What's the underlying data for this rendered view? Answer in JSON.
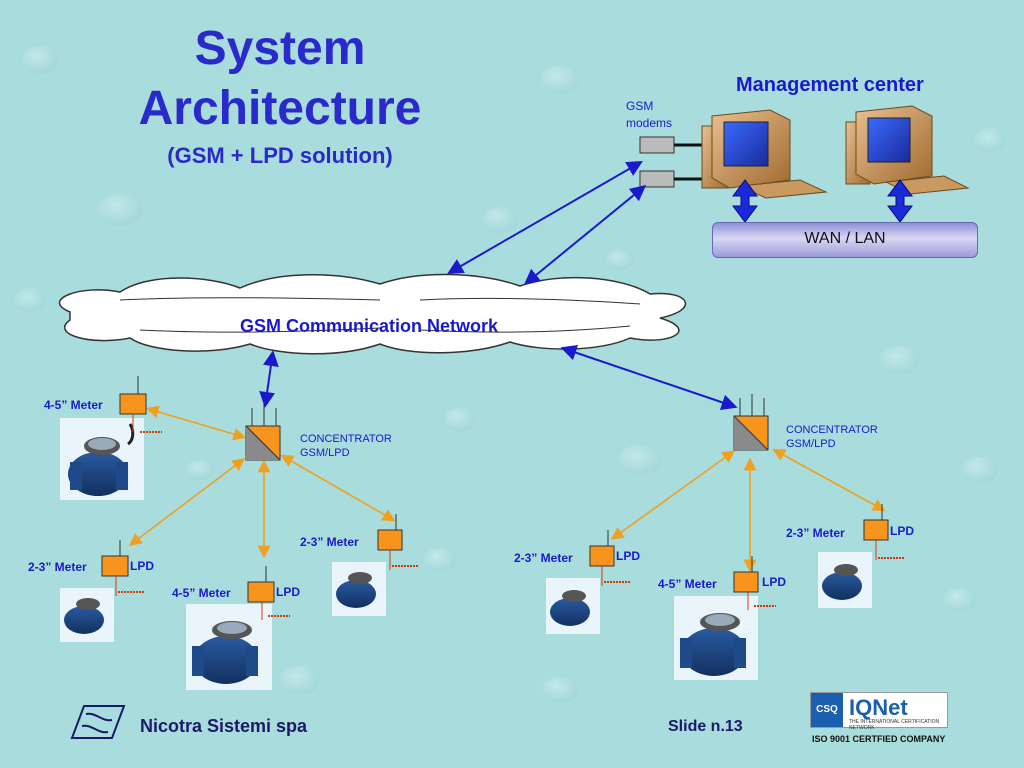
{
  "title": {
    "line1": "System",
    "line2": "Architecture",
    "line3": "(GSM + LPD solution)"
  },
  "management_center": "Management center",
  "gsm_modems": "GSM modems",
  "wan": "WAN / LAN",
  "network": "GSM Communication Network",
  "concentrator_left": {
    "line1": "CONCENTRATOR",
    "line2": "GSM/LPD"
  },
  "concentrator_right": {
    "line1": "CONCENTRATOR",
    "line2": "GSM/LPD"
  },
  "meters": {
    "m1": "4-5” Meter",
    "m2": "2-3” Meter",
    "m3": "4-5” Meter",
    "m4": "2-3” Meter",
    "m5": "2-3” Meter",
    "m6": "4-5” Meter",
    "m7": "2-3” Meter"
  },
  "lpd": "LPD",
  "footer": {
    "company": "Nicotra Sistemi spa",
    "slide": "Slide n.13",
    "iso": "ISO 9001 CERTFIED COMPANY"
  },
  "badge": {
    "csq": "CSQ",
    "iqnet": "IQNet",
    "sub": "THE INTERNATIONAL CERTIFICATION NETWORK"
  },
  "colors": {
    "accent": "#2a2acc",
    "orange": "#f7941d",
    "link_blue": "#1a1acc",
    "radio_link": "#f0a020"
  }
}
